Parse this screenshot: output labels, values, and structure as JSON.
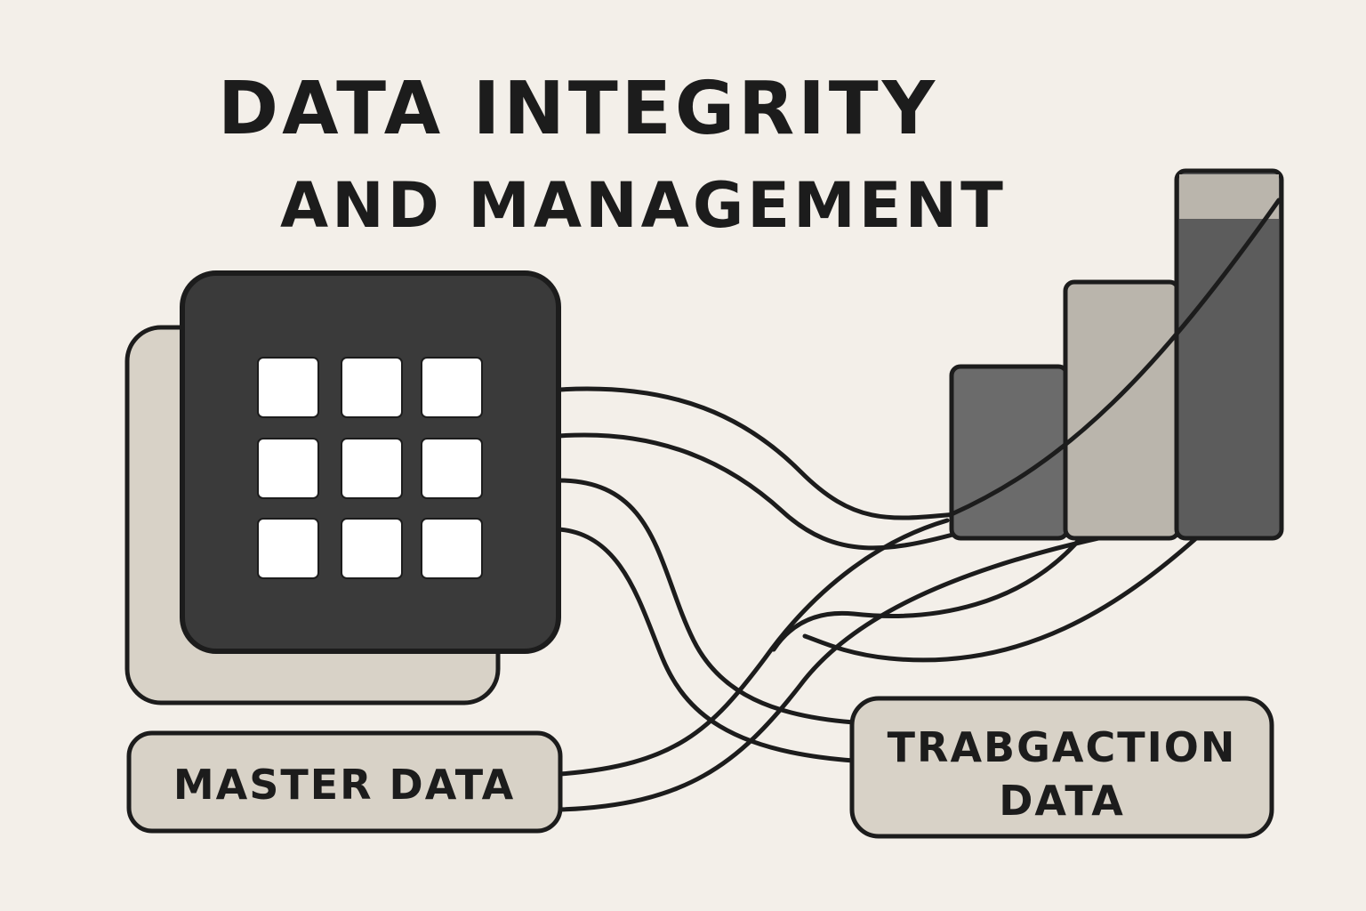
{
  "title": {
    "line1": "DATA INTEGRITY",
    "line2": "AND MANAGEMENT"
  },
  "labels": {
    "master": "MASTER DATA",
    "transaction_line1": "TRABGACTION",
    "transaction_line2": "DATA"
  },
  "icons": {
    "database": "grid-database-icon",
    "chart": "bar-chart-icon"
  },
  "colors": {
    "background": "#f3efe9",
    "ink": "#1c1c1c",
    "dark_fill": "#3a3a3a",
    "light_fill": "#d8d2c7"
  }
}
